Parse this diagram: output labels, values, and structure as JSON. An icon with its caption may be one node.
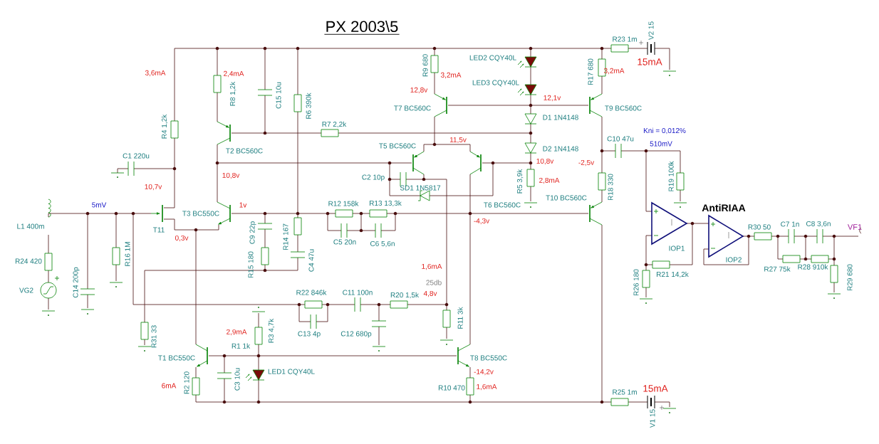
{
  "diagram": {
    "title": "PX 2003\\5",
    "labels": [
      "3,6mA",
      "2,4mA",
      "R8 1,2k",
      "C15 10u",
      "R4 1,2k",
      "T2 BC560C",
      "C1 220u",
      "10,8v",
      "10,7v",
      "5mV",
      "T3 BC550C",
      "1v",
      "L1 400m",
      "T11",
      "0,3v",
      "C9 22p",
      "R14 167",
      "R24 420",
      "R16 1M",
      "R15 180",
      "C14 200p",
      "VG2",
      "R31 33",
      "2,9mA",
      "R3 4,7k",
      "R1 1k",
      "T1 BC550C",
      "LED1 CQY40L",
      "6mA",
      "R2 120",
      "C3 10u",
      "LED2 CQY40L",
      "R9 680",
      "3,2mA",
      "LED3 CQY40L",
      "12,8v",
      "12,1v",
      "T7 BC560C",
      "D1 1N4148",
      "R6 390k",
      "R7 2,2k",
      "11,5v",
      "T5 BC560C",
      "D2 1N4148",
      "10,8v",
      "C2 10p",
      "SD1 1N5817",
      "T6 BC560C",
      "R5 3,9k",
      "2,8mA",
      "R12 158k",
      "R13 13,3k",
      "-4,3v",
      "R23 1m",
      "V2 15",
      "15mA",
      "R17 680",
      "3,2mA",
      "T9 BC560C",
      "Kni = 0,012%",
      "C10 47u",
      "510mV",
      "-2,5v",
      "R18 330",
      "R19 100k",
      "T10 BC560C",
      "AntiRIAA",
      "R30 50",
      "C7 1n",
      "C8 3,6n",
      "VF1",
      "IOP1",
      "IOP2",
      "R27 75k",
      "R28 910k",
      "R29 680",
      "R21 14,2k",
      "R26 180",
      "C5 20n",
      "C6 5,6n",
      "C4 47u",
      "1,6mA",
      "25db",
      "R22 846k",
      "C11 100n",
      "R20 1,5k",
      "4,8v",
      "C13 4p",
      "C12 680p",
      "R11 3k",
      "T8 BC550C",
      "-14,2v",
      "R10 470",
      "1,6mA",
      "R25 1m",
      "15mA",
      "V1 15"
    ]
  }
}
